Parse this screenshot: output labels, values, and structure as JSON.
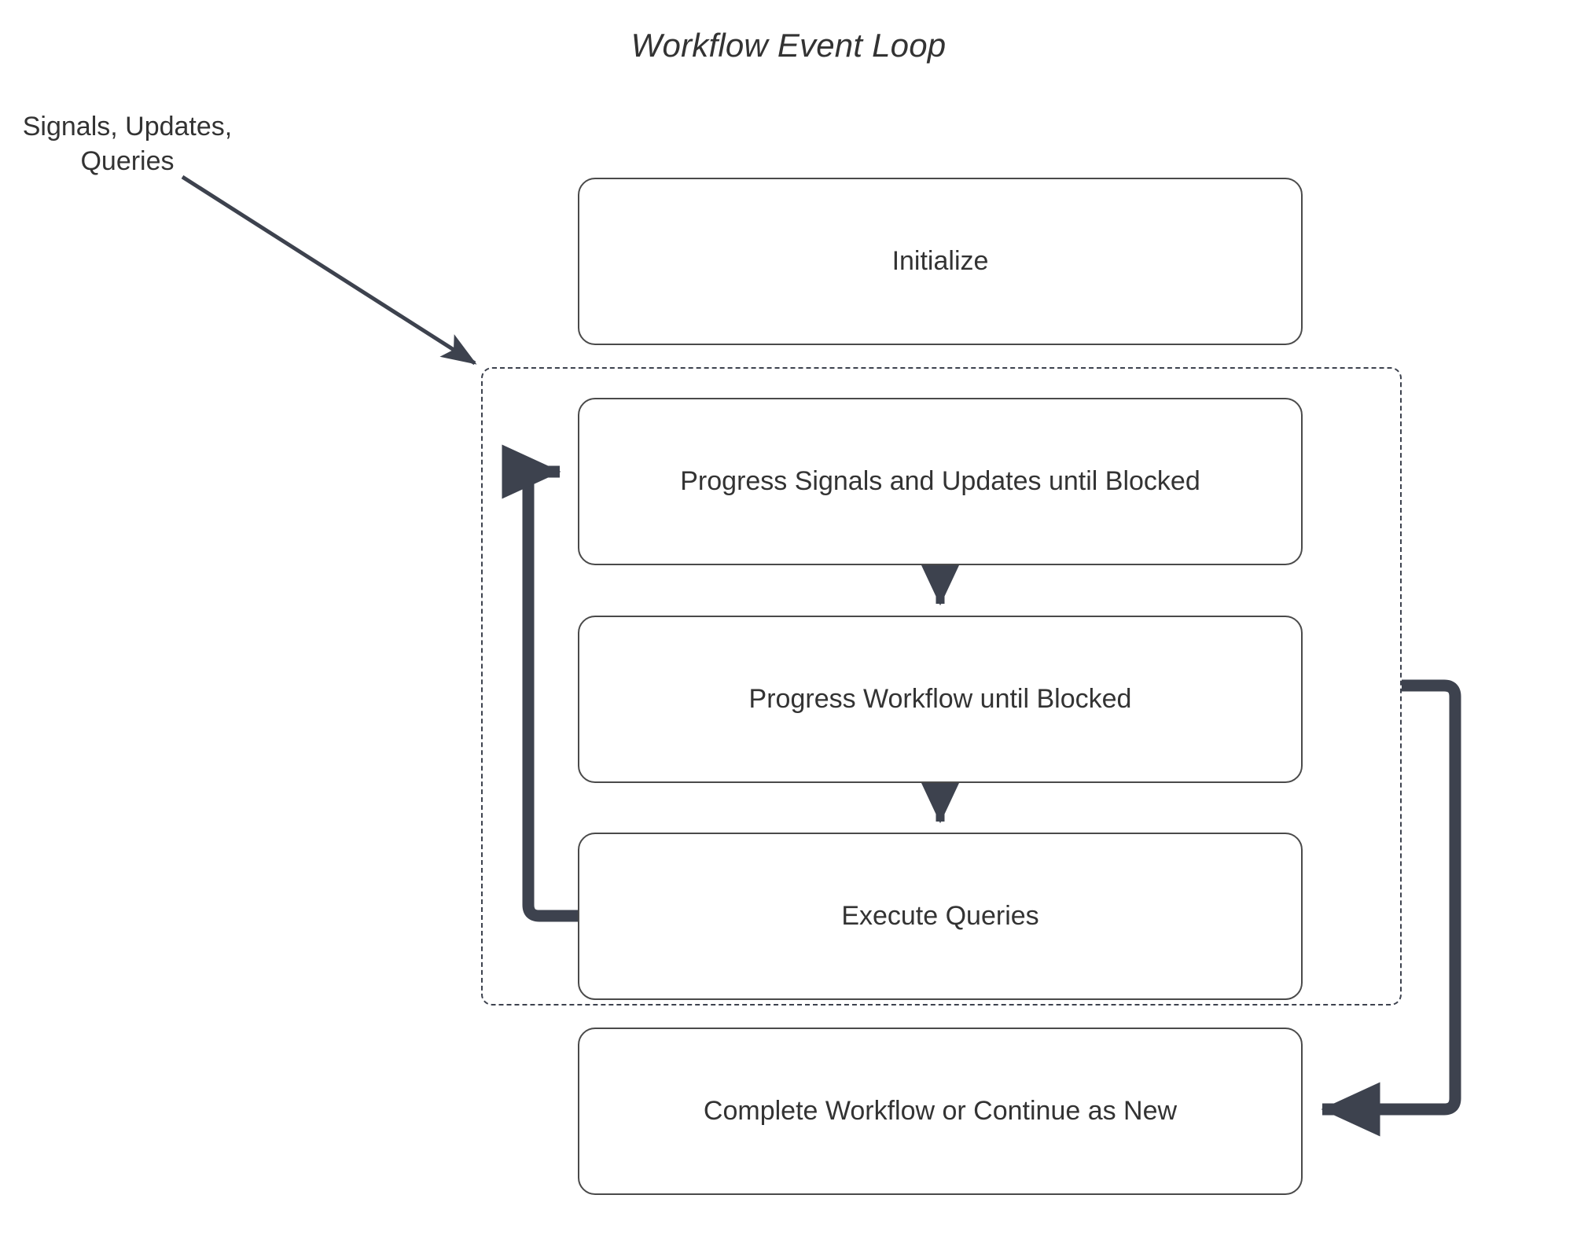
{
  "diagram": {
    "title": "Workflow Event Loop",
    "type": "flowchart",
    "background_color": "#ffffff",
    "stroke_color": "#3d424e",
    "node_border_color": "#4a4a4a",
    "text_color": "#333333"
  },
  "external_label": {
    "text": "Signals, Updates,\nQueries"
  },
  "nodes": [
    {
      "id": "initialize",
      "label": "Initialize"
    },
    {
      "id": "progress-signals",
      "label": "Progress Signals and Updates until Blocked"
    },
    {
      "id": "progress-workflow",
      "label": "Progress Workflow until Blocked"
    },
    {
      "id": "execute-queries",
      "label": "Execute Queries"
    },
    {
      "id": "complete",
      "label": "Complete Workflow or Continue as New"
    }
  ],
  "group": {
    "id": "event-loop-group",
    "style": "dashed",
    "label": ""
  },
  "edges": [
    {
      "id": "signals-to-loop",
      "from": "Signals, Updates, Queries",
      "to": "event-loop-group",
      "style": "thin-arrow"
    },
    {
      "id": "signals-to-workflow",
      "from": "Progress Signals and Updates until Blocked",
      "to": "Progress Workflow until Blocked",
      "style": "arrow"
    },
    {
      "id": "workflow-to-queries",
      "from": "Progress Workflow until Blocked",
      "to": "Execute Queries",
      "style": "arrow"
    },
    {
      "id": "queries-loop-back",
      "from": "Execute Queries",
      "to": "Progress Signals and Updates until Blocked",
      "style": "thick-loop"
    },
    {
      "id": "loop-to-complete",
      "from": "event-loop-group",
      "to": "Complete Workflow or Continue as New",
      "style": "thick-loop"
    }
  ]
}
